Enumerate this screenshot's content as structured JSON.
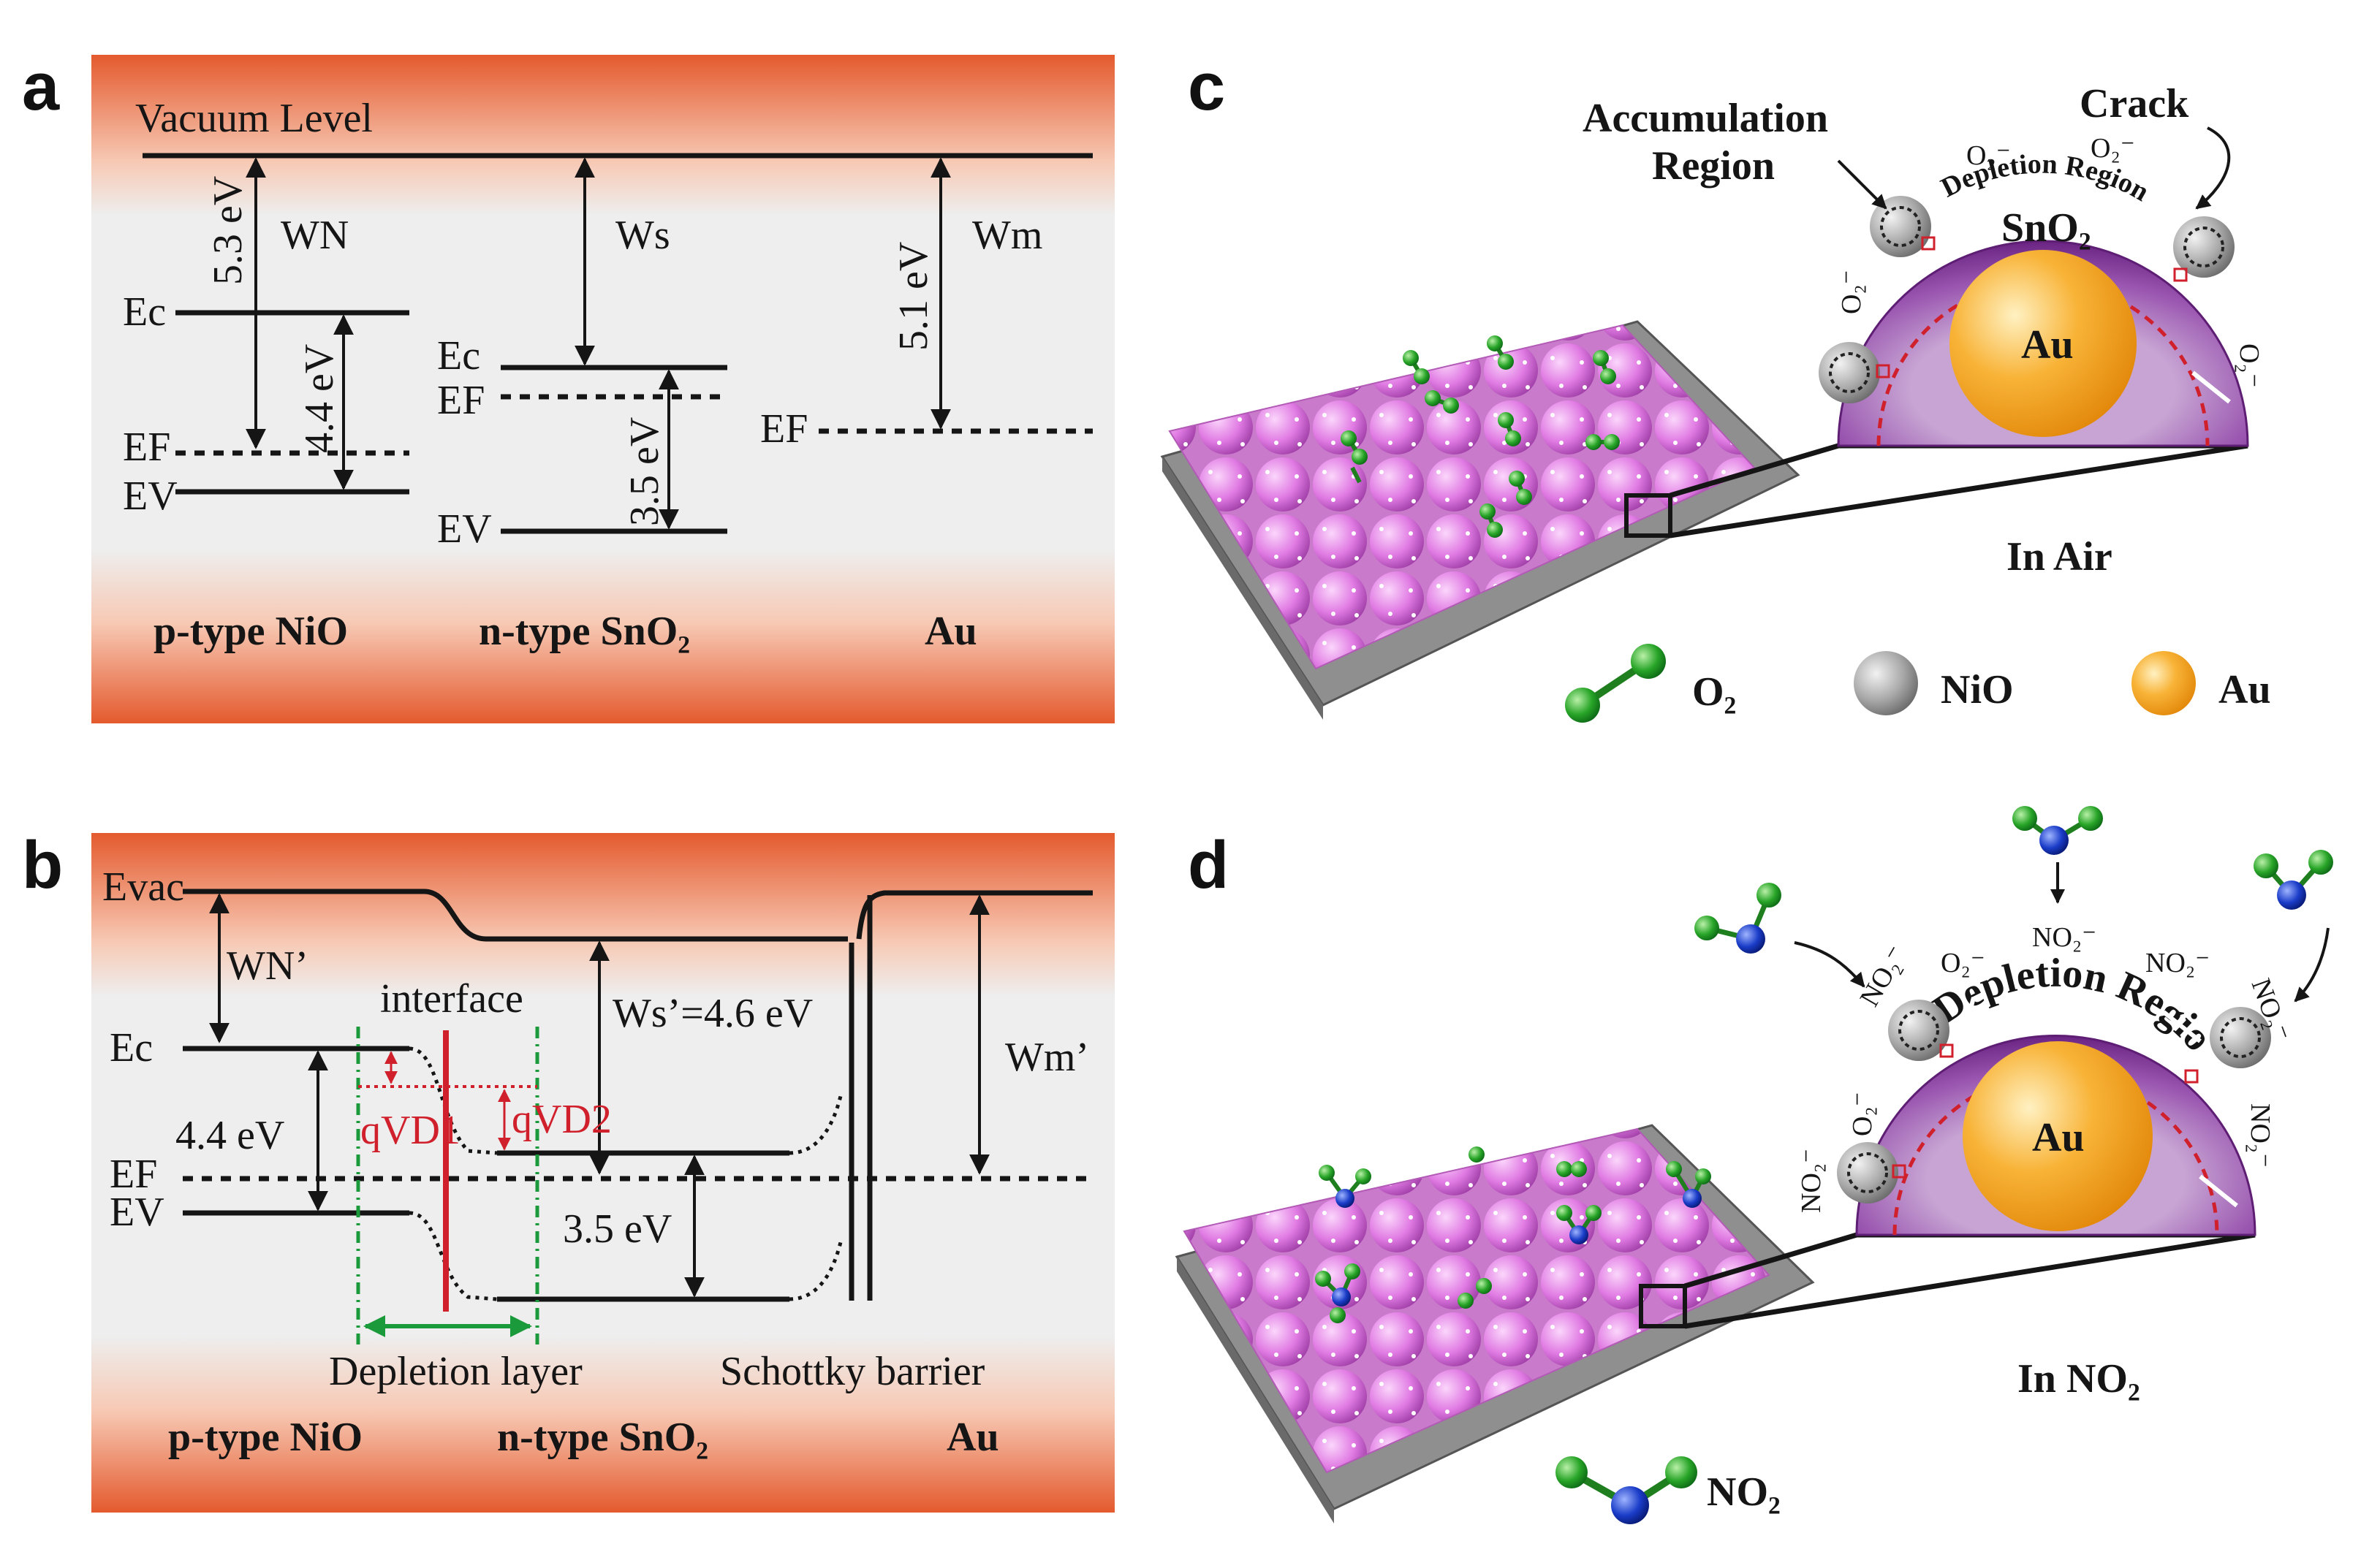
{
  "panel_letters": {
    "a": "a",
    "b": "b",
    "c": "c",
    "d": "d"
  },
  "panel_a": {
    "vacuum_level": "Vacuum Level",
    "wn": "WN",
    "ws": "Ws",
    "wm": "Wm",
    "e_53": "5.3 eV",
    "e_44": "4.4 eV",
    "e_35": "3.5 eV",
    "e_51": "5.1 eV",
    "ec": "Ec",
    "ef": "EF",
    "ev": "EV",
    "material_nio": "p-type NiO",
    "material_sno2": "n-type SnO₂",
    "material_au": "Au"
  },
  "panel_b": {
    "evac": "Evac",
    "wn_prime": "WN’",
    "ws_prime": "Ws’=4.6 eV",
    "wm_prime": "Wm’",
    "interface": "interface",
    "qvd1": "qVD1",
    "qvd2": "qVD2",
    "e_44": "4.4 eV",
    "e_35": "3.5 eV",
    "ec": "Ec",
    "ef": "EF",
    "ev": "EV",
    "depletion_layer": "Depletion layer",
    "schottky": "Schottky barrier",
    "material_nio": "p-type NiO",
    "material_sno2": "n-type SnO₂",
    "material_au": "Au"
  },
  "panel_c": {
    "accumulation": "Accumulation",
    "region": "Region",
    "crack": "Crack",
    "depletion_region": "Depletion Region",
    "sno2": "SnO₂",
    "au": "Au",
    "o2_minus": "O₂⁻",
    "condition": "In Air",
    "legend": {
      "o2": "O₂",
      "nio": "NiO",
      "au": "Au"
    }
  },
  "panel_d": {
    "depletion_region": "Depletion Region",
    "au": "Au",
    "o2_minus": "O₂⁻",
    "no2_minus": "NO₂⁻",
    "condition": "In NO₂",
    "legend_no2": "NO₂"
  },
  "colors": {
    "band_orange": "#e8633a",
    "band_gray": "#eeeeee",
    "red": "#d0202c",
    "shell_purple": "#7a2c8f",
    "au_orange": "#f6a31c",
    "o2_green": "#2ea82e",
    "n_blue": "#1a3cc8",
    "nio_gray": "#a9a9a9",
    "sphere_pink": "#e07ae3"
  }
}
